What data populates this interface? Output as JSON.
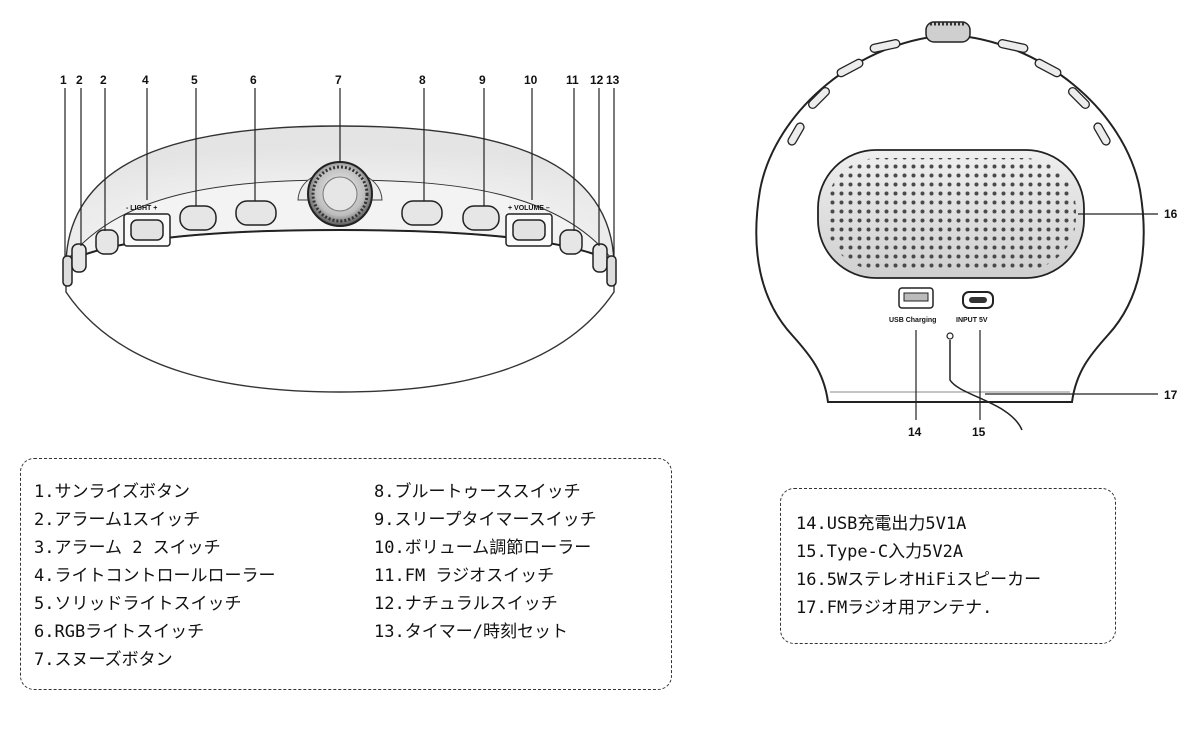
{
  "front_view": {
    "callouts": [
      "1",
      "2",
      "2",
      "4",
      "5",
      "6",
      "7",
      "8",
      "9",
      "10",
      "11",
      "12",
      "13"
    ],
    "light_label": "-  LIGHT  +",
    "volume_label": "+ VOLUME –"
  },
  "back_view": {
    "callouts": {
      "c16": "16",
      "c17": "17",
      "c14": "14",
      "c15": "15"
    },
    "usb_port_label": "USB Charging",
    "input_port_label": "INPUT 5V"
  },
  "legend": {
    "left_column_a": [
      "1.サンライズボタン",
      "2.アラーム1スイッチ",
      "3.アラーム 2 スイッチ",
      "4.ライトコントロールローラー",
      "5.ソリッドライトスイッチ",
      "6.RGBライトスイッチ",
      "7.スヌーズボタン"
    ],
    "left_column_b": [
      "8.ブルートゥーススイッチ",
      "9.スリープタイマースイッチ",
      "10.ボリューム調節ローラー",
      "11.FM ラジオスイッチ",
      "12.ナチュラルスイッチ",
      "13.タイマー/時刻セット"
    ],
    "right_column": [
      "14.USB充電出力5V1A",
      "15.Type-C入力5V2A",
      "16.5WステレオHiFiスピーカー",
      "17.FMラジオ用アンテナ."
    ]
  }
}
